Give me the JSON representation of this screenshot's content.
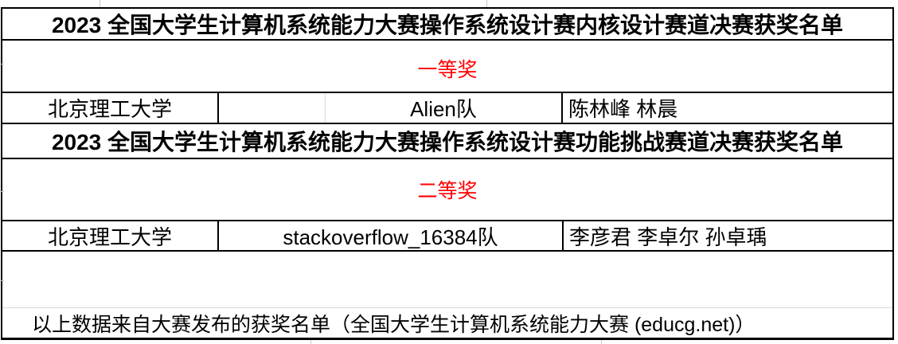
{
  "colors": {
    "text": "#000000",
    "prize_red": "#ff0000",
    "border": "#000000",
    "gridline": "#d9d9d9"
  },
  "sections": [
    {
      "header": "2023 全国大学生计算机系统能力大赛操作系统设计赛内核设计赛道决赛获奖名单",
      "prize_label": "一等奖",
      "row": {
        "school": "北京理工大学",
        "team": "Alien队",
        "members": "陈林峰 林晨"
      }
    },
    {
      "header": "2023 全国大学生计算机系统能力大赛操作系统设计赛功能挑战赛道决赛获奖名单",
      "prize_label": "二等奖",
      "row": {
        "school": "北京理工大学",
        "team": "stackoverflow_16384队",
        "members": "李彦君 李卓尔 孙卓瑀"
      }
    }
  ],
  "footer_note": "以上数据来自大赛发布的获奖名单（全国大学生计算机系统能力大赛 (educg.net)）"
}
